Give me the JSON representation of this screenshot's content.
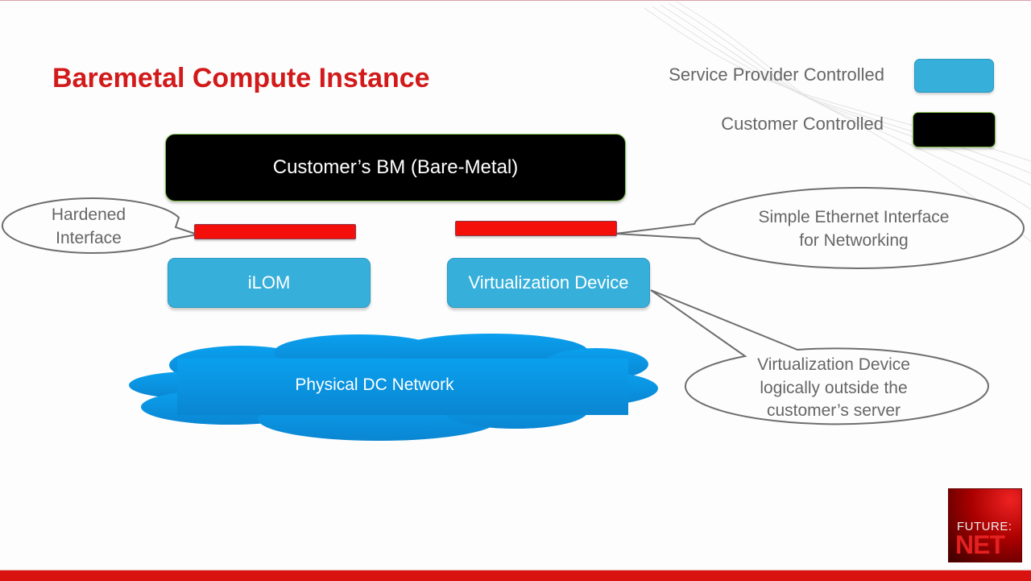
{
  "slide": {
    "title": "Baremetal Compute Instance",
    "accent_color": "#d21a1a"
  },
  "legend": {
    "items": [
      {
        "label": "Service Provider Controlled",
        "color": "#36afda"
      },
      {
        "label": "Customer Controlled",
        "color": "#000000"
      }
    ]
  },
  "diagram": {
    "bm_box": {
      "label": "Customer’s BM (Bare-Metal)"
    },
    "interfaces": [
      {
        "name": "hardened-interface",
        "color": "#f40f0a"
      },
      {
        "name": "ethernet-interface",
        "color": "#f40f0a"
      }
    ],
    "ilom": {
      "label": "iLOM"
    },
    "virtualization_device": {
      "label": "Virtualization Device"
    },
    "cloud": {
      "label": "Physical DC Network",
      "color": "#0a9ae6"
    },
    "callouts": {
      "hardened": [
        "Hardened",
        "Interface"
      ],
      "ethernet": [
        "Simple Ethernet Interface",
        "for Networking"
      ],
      "virtualization": [
        "Virtualization Device",
        "logically outside the",
        "customer’s server"
      ]
    }
  },
  "logo": {
    "line1": "FUTURE:",
    "line2": "NET"
  }
}
